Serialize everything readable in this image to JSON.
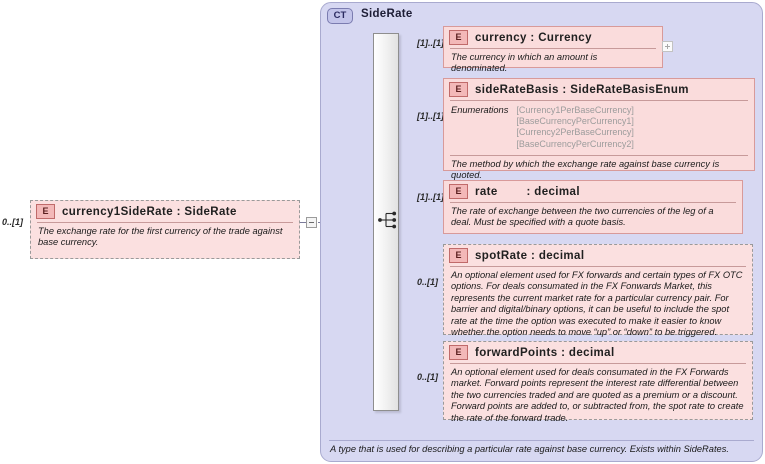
{
  "diagram": {
    "kind": "xsd-schema-diagram",
    "colors": {
      "complex_type_fill": "#d7d8f2",
      "element_fill": "#fadcdc",
      "element_border": "#d89a9a",
      "optional_border": "#9a9a9a",
      "sequence_bar": "#f0f0f0"
    }
  },
  "left_element": {
    "badge": "E",
    "name": "currency1SideRate",
    "separator": " : ",
    "type": "SideRate",
    "title": "currency1SideRate : SideRate",
    "cardinality": "0..[1]",
    "description": "The exchange rate for the first currency of the trade against base currency.",
    "optional": true,
    "collapse_icon": "minus-box"
  },
  "complex_type": {
    "badge": "CT",
    "name": "SideRate",
    "footer": "A type that is used for describing a particular rate against base currency. Exists within SideRates.",
    "compositor": "sequence"
  },
  "children": [
    {
      "badge": "E",
      "name": "currency",
      "type": "Currency",
      "title": "currency : Currency",
      "cardinality": "[1]..[1]",
      "description": "The currency in which an amount is denominated.",
      "optional": false,
      "expand_icon": "plus-box",
      "enumerations": null
    },
    {
      "badge": "E",
      "name": "sideRateBasis",
      "type": "SideRateBasisEnum",
      "title": "sideRateBasis : SideRateBasisEnum",
      "cardinality": "[1]..[1]",
      "enum_label": "Enumerations",
      "enumerations": [
        "[Currency1PerBaseCurrency]",
        "[BaseCurrencyPerCurrency1]",
        "[Currency2PerBaseCurrency]",
        "[BaseCurrencyPerCurrency2]"
      ],
      "description": "The method by which the exchange rate against base currency is quoted.",
      "optional": false
    },
    {
      "badge": "E",
      "name": "rate",
      "type": "decimal",
      "title": "rate        : decimal",
      "cardinality": "[1]..[1]",
      "description": "The rate of exchange between the two currencies of the leg of a deal. Must be specified with a quote basis.",
      "optional": false,
      "enumerations": null
    },
    {
      "badge": "E",
      "name": "spotRate",
      "type": "decimal",
      "title": "spotRate : decimal",
      "cardinality": "0..[1]",
      "description": "An optional element used for FX forwards and certain types of FX OTC options. For deals consumated in the FX Fonwards Market, this represents the current market rate for a particular currency pair. For barrier and digital/binary options, it can be useful to include the spot rate at the time the option was executed to make it easier to know whether the option needs to move “up” or “down” to be triggered.",
      "optional": true,
      "enumerations": null
    },
    {
      "badge": "E",
      "name": "forwardPoints",
      "type": "decimal",
      "title": "forwardPoints : decimal",
      "cardinality": "0..[1]",
      "description": "An optional element used for deals consumated in the FX Forwards market. Forward points represent the interest rate differential between the two currencies traded and are quoted as a premium or a discount. Forward points are added to, or subtracted from, the spot rate to create the rate of the forward trade.",
      "optional": true,
      "enumerations": null
    }
  ]
}
